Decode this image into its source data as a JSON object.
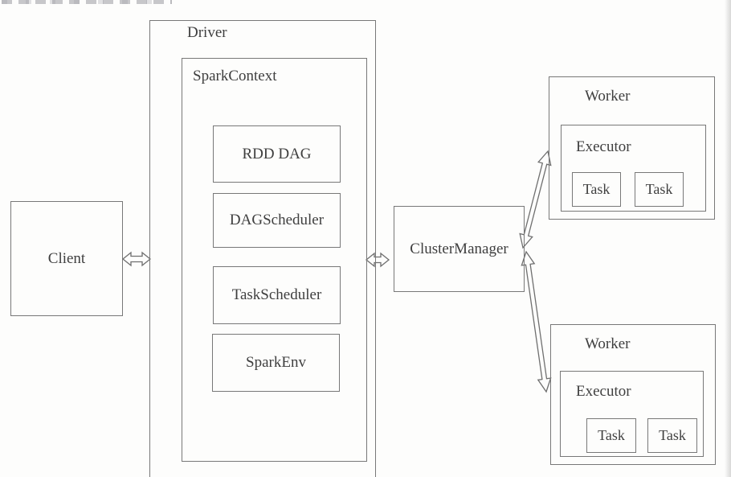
{
  "colors": {
    "line": "#787878",
    "text": "#3f3f3f",
    "background": "#fdfdfc"
  },
  "diagram": {
    "client": {
      "label": "Client"
    },
    "driver": {
      "label": "Driver",
      "spark_context": {
        "label": "SparkContext",
        "components": [
          {
            "label": "RDD DAG"
          },
          {
            "label": "DAGScheduler"
          },
          {
            "label": "TaskScheduler"
          },
          {
            "label": "SparkEnv"
          }
        ]
      }
    },
    "cluster_manager": {
      "label": "ClusterManager"
    },
    "workers": [
      {
        "label": "Worker",
        "executor": {
          "label": "Executor",
          "tasks": [
            {
              "label": "Task"
            },
            {
              "label": "Task"
            }
          ]
        }
      },
      {
        "label": "Worker",
        "executor": {
          "label": "Executor",
          "tasks": [
            {
              "label": "Task"
            },
            {
              "label": "Task"
            }
          ]
        }
      }
    ],
    "connections": [
      {
        "from": "Client",
        "to": "Driver",
        "type": "bidirectional"
      },
      {
        "from": "Driver",
        "to": "ClusterManager",
        "type": "bidirectional"
      },
      {
        "from": "ClusterManager",
        "to": "Worker (top)",
        "type": "bidirectional"
      },
      {
        "from": "ClusterManager",
        "to": "Worker (bottom)",
        "type": "bidirectional"
      }
    ]
  }
}
